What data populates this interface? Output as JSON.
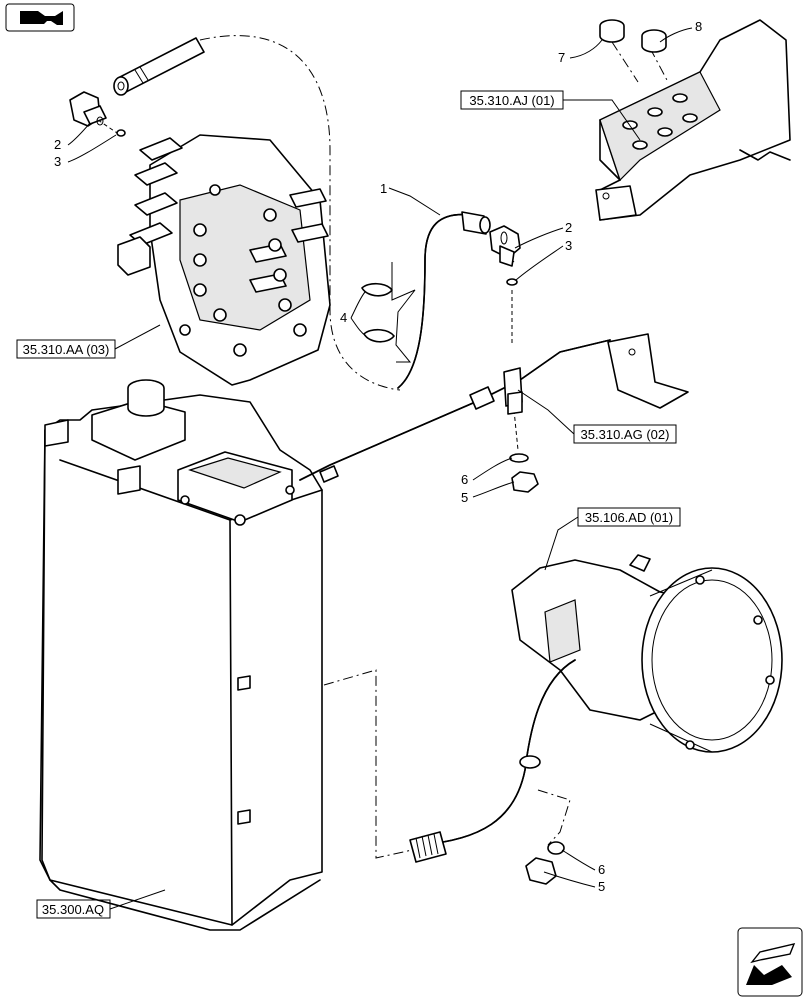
{
  "references": {
    "aj": "35.310.AJ (01)",
    "aa": "35.310.AA (03)",
    "ag": "35.310.AG (02)",
    "ad": "35.106.AD (01)",
    "aq": "35.300.AQ"
  },
  "callouts": {
    "n1": "1",
    "n2a": "2",
    "n3a": "3",
    "n2b": "2",
    "n3b": "3",
    "n4": "4",
    "n5a": "5",
    "n6a": "6",
    "n5b": "5",
    "n6b": "6",
    "n7": "7",
    "n8": "8"
  },
  "icons": {
    "top_left": "previous-page-icon",
    "bottom_right": "next-page-icon"
  }
}
